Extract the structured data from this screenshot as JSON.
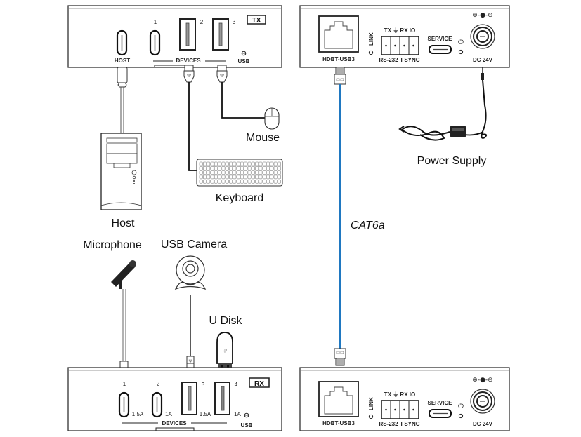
{
  "diagram": {
    "title": "USB 3.0 HDBaseT Extender Connection Diagram",
    "colors": {
      "cable_cat6a": "#1f78c1",
      "device_outline": "#333333",
      "background": "#ffffff"
    },
    "tx_unit": {
      "badge": "TX",
      "front_panel": {
        "host_label": "HOST",
        "device_port_numbers": [
          "1",
          "2",
          "3"
        ],
        "devices_label": "DEVICES",
        "usb_label": "USB"
      },
      "rear_panel": {
        "hdbt_label": "HDBT-USB3",
        "link_label": "LINK",
        "serial_pins": "TX ⏚ RX IO",
        "rs232_label": "RS-232",
        "fsync_label": "FSYNC",
        "service_label": "SERVICE",
        "power_symbol": "⏻",
        "dc_label": "DC 24V",
        "polarity": "⊕-●-⊖"
      }
    },
    "rx_unit": {
      "badge": "RX",
      "front_panel": {
        "device_port_numbers": [
          "1",
          "2",
          "3",
          "4"
        ],
        "port_currents": [
          "1.5A",
          "1A",
          "1.5A",
          "1A"
        ],
        "devices_label": "DEVICES",
        "usb_label": "USB"
      },
      "rear_panel": {
        "hdbt_label": "HDBT-USB3",
        "link_label": "LINK",
        "serial_pins": "TX ⏚ RX IO",
        "rs232_label": "RS-232",
        "fsync_label": "FSYNC",
        "service_label": "SERVICE",
        "power_symbol": "⏻",
        "dc_label": "DC 24V",
        "polarity": "⊕-●-⊖"
      }
    },
    "peripherals": {
      "host": "Host",
      "mouse": "Mouse",
      "keyboard": "Keyboard",
      "microphone": "Microphone",
      "usb_camera": "USB Camera",
      "u_disk": "U Disk",
      "power_supply": "Power Supply"
    },
    "cable_label": "CAT6a",
    "usb_symbol": "Ψ"
  }
}
